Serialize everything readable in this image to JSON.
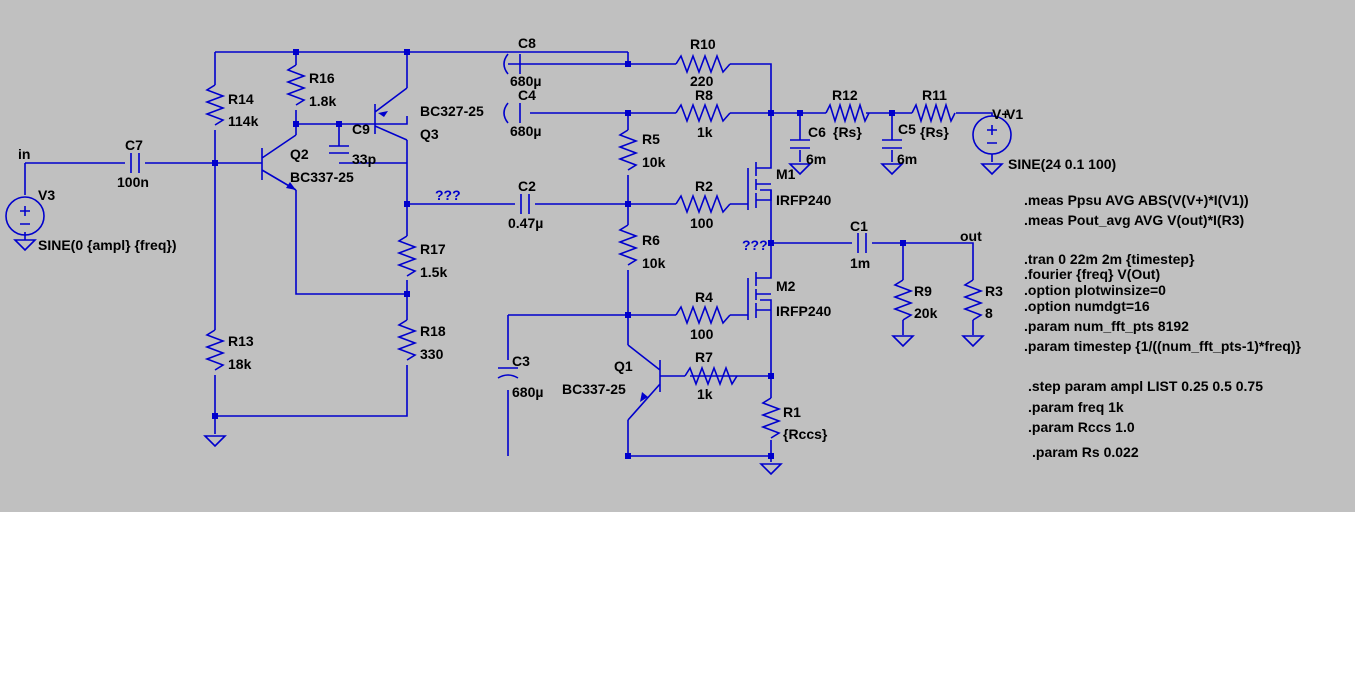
{
  "components": {
    "R14": {
      "name": "R14",
      "value": "114k"
    },
    "R16": {
      "name": "R16",
      "value": "1.8k"
    },
    "R13": {
      "name": "R13",
      "value": "18k"
    },
    "R17": {
      "name": "R17",
      "value": "1.5k"
    },
    "R18": {
      "name": "R18",
      "value": "330"
    },
    "R10": {
      "name": "R10",
      "value": "220"
    },
    "R8": {
      "name": "R8",
      "value": "1k"
    },
    "R5": {
      "name": "R5",
      "value": "10k"
    },
    "R6": {
      "name": "R6",
      "value": "10k"
    },
    "R2": {
      "name": "R2",
      "value": "100"
    },
    "R4": {
      "name": "R4",
      "value": "100"
    },
    "R7": {
      "name": "R7",
      "value": "1k"
    },
    "R1": {
      "name": "R1",
      "value": "{Rccs}"
    },
    "R12": {
      "name": "R12",
      "value": "{Rs}"
    },
    "R11": {
      "name": "R11",
      "value": "{Rs}"
    },
    "R9": {
      "name": "R9",
      "value": "20k"
    },
    "R3": {
      "name": "R3",
      "value": "8"
    },
    "C7": {
      "name": "C7",
      "value": "100n"
    },
    "C9": {
      "name": "C9",
      "value": "33p"
    },
    "C8": {
      "name": "C8",
      "value": "680µ"
    },
    "C4": {
      "name": "C4",
      "value": "680µ"
    },
    "C2": {
      "name": "C2",
      "value": "0.47µ"
    },
    "C3": {
      "name": "C3",
      "value": "680µ"
    },
    "C6": {
      "name": "C6",
      "value": "6m"
    },
    "C5": {
      "name": "C5",
      "value": "6m"
    },
    "C1": {
      "name": "C1",
      "value": "1m"
    },
    "Q2": {
      "name": "Q2",
      "value": "BC337-25"
    },
    "Q3": {
      "name": "Q3",
      "value": "BC327-25"
    },
    "Q1": {
      "name": "Q1",
      "value": "BC337-25"
    },
    "M1": {
      "name": "M1",
      "value": "IRFP240"
    },
    "M2": {
      "name": "M2",
      "value": "IRFP240"
    },
    "V3": {
      "name": "V3",
      "value": "SINE(0 {ampl} {freq})"
    },
    "V1": {
      "name": "V1",
      "value": "SINE(24 0.1 100)"
    }
  },
  "nets": {
    "in": "in",
    "out": "out",
    "vplus": "V+",
    "unknown1": "???",
    "unknown2": "???"
  },
  "directives": [
    ".meas Ppsu AVG ABS(V(V+)*I(V1))",
    ".meas Pout_avg AVG V(out)*I(R3)",
    ".tran 0 22m 2m {timestep}",
    ".fourier {freq} V(Out)",
    ".option plotwinsize=0",
    ".option numdgt=16",
    ".param num_fft_pts 8192",
    ".param timestep {1/((num_fft_pts-1)*freq)}",
    ".step param ampl LIST 0.25 0.5 0.75",
    ".param freq 1k",
    ".param Rccs 1.0",
    ".param Rs 0.022"
  ],
  "colors": {
    "background": "#c0c0c0",
    "wire": "#0000cc",
    "text": "#000000"
  }
}
